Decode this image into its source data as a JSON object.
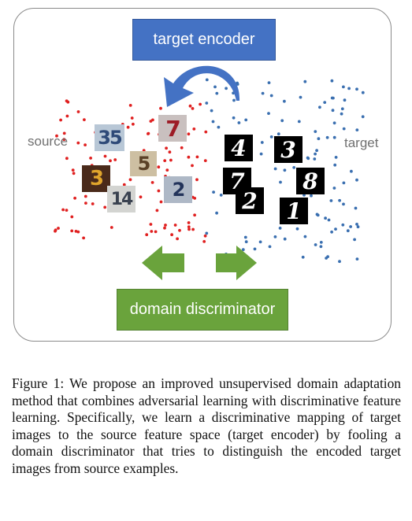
{
  "diagram": {
    "target_encoder_label": "target encoder",
    "domain_discriminator_label": "domain discriminator",
    "source_label": "source",
    "target_label": "target",
    "source_digits": [
      "35",
      "7",
      "5",
      "3",
      "14",
      "2"
    ],
    "target_digits": [
      "4",
      "3",
      "7",
      "8",
      "2",
      "1"
    ],
    "colors": {
      "encoder_box": "#4472c4",
      "discriminator_box": "#6aa33c",
      "source_points": "#e02020",
      "target_points": "#3a6fb0"
    }
  },
  "caption": {
    "text": "Figure 1: We propose an improved unsupervised domain adaptation method that combines adversarial learning with discriminative feature learning. Specifically, we learn a discriminative mapping of target images to the source feature space (target encoder) by fooling a domain discriminator that tries to distinguish the encoded target images from source examples."
  }
}
